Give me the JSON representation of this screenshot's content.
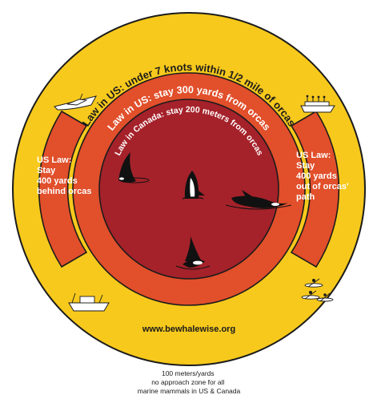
{
  "rings": {
    "outer_label": "Law in US: under 7 knots within 1/2 mile of orcas",
    "middle_label": "Law in US: stay 300 yards from orcas",
    "inner_label": "Law in Canada: stay 200 meters from orcas"
  },
  "side_left": {
    "lines": [
      "US Law:",
      "Stay",
      "400 yards",
      "behind orcas"
    ]
  },
  "side_right": {
    "lines": [
      "US Law:",
      "Stay",
      "400 yards",
      "out of orcas'",
      "path"
    ]
  },
  "website": "www.bewhalewise.org",
  "footer": {
    "lines": [
      "100 meters/yards",
      "no approach zone for all",
      "marine mammals in US & Canada"
    ]
  },
  "colors": {
    "outer_ring": "#f7c91c",
    "middle_ring": "#e14f2b",
    "inner_circle": "#a5222a",
    "side_zone": "#e14f2b",
    "outline": "#1b1b1b",
    "orca_black": "#111111",
    "orca_white": "#ffffff",
    "boat_fill": "#ffffff"
  },
  "icons": {
    "orcas": [
      "orca-dorsal-fin-icon",
      "orca-spyhop-icon",
      "orca-surfacing-icon",
      "orca-dorsal-fin-icon"
    ],
    "boats": [
      "motor-yacht-icon",
      "whale-watch-boat-icon",
      "fishing-boat-icon",
      "kayaks-icon"
    ]
  }
}
